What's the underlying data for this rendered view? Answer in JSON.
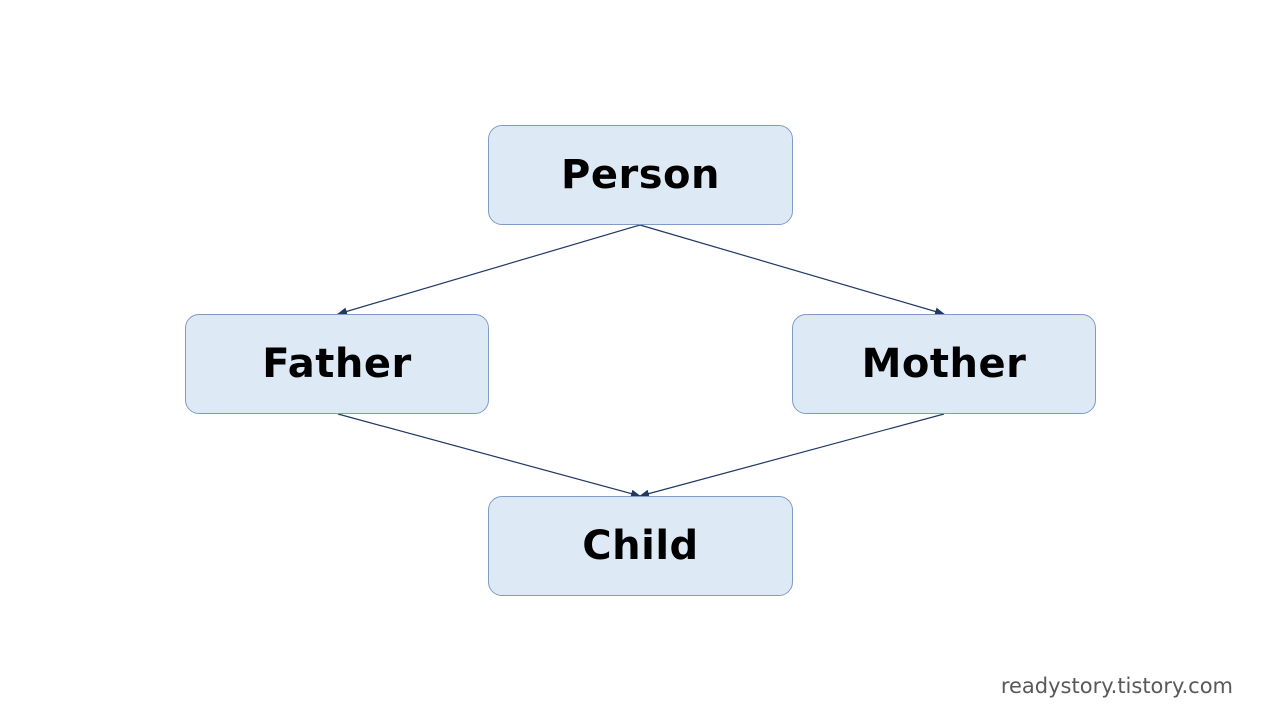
{
  "nodes": {
    "person": "Person",
    "father": "Father",
    "mother": "Mother",
    "child": "Child"
  },
  "edges": [
    {
      "from": "person",
      "to": "father"
    },
    {
      "from": "person",
      "to": "mother"
    },
    {
      "from": "father",
      "to": "child"
    },
    {
      "from": "mother",
      "to": "child"
    }
  ],
  "colors": {
    "node_fill": "#dee9f6",
    "node_stroke": "#7f9cc6",
    "edge": "#1f3864"
  },
  "watermark": "readystory.tistory.com"
}
